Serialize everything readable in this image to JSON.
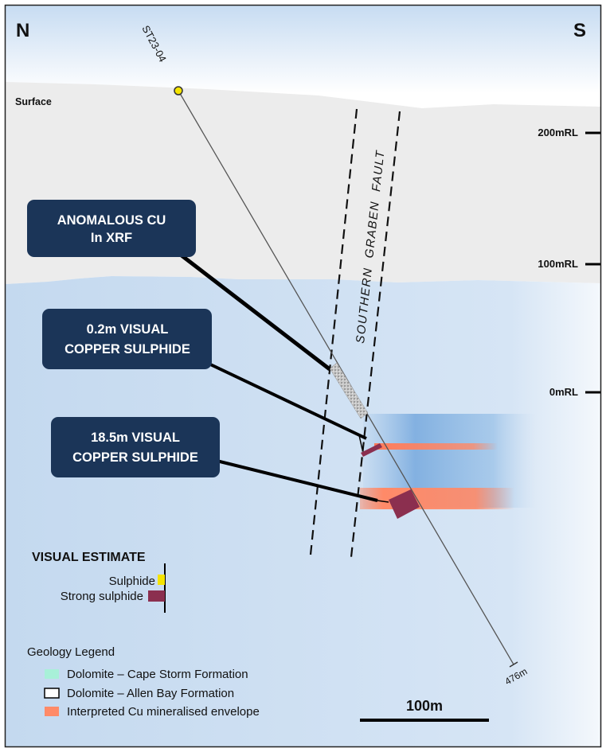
{
  "compass": {
    "north": "N",
    "south": "S"
  },
  "surface_label": "Surface",
  "drillhole": {
    "name": "ST23-04",
    "end_depth": "476m"
  },
  "elevations": [
    "200mRL",
    "100mRL",
    "0mRL"
  ],
  "fault_label": "SOUTHERN GRABEN FAULT",
  "callouts": [
    {
      "line1": "ANOMALOUS CU",
      "line2": "In XRF"
    },
    {
      "line1": "0.2m VISUAL",
      "line2": "COPPER SULPHIDE"
    },
    {
      "line1": "18.5m VISUAL",
      "line2": "COPPER SULPHIDE"
    }
  ],
  "visual_estimate": {
    "title": "VISUAL ESTIMATE",
    "items": [
      {
        "label": "Sulphide",
        "color": "#f5e400"
      },
      {
        "label": "Strong sulphide",
        "color": "#8b2f4f"
      }
    ]
  },
  "geology_legend": {
    "title": "Geology Legend",
    "items": [
      {
        "label": "Dolomite – Cape Storm Formation",
        "color": "#a8f0d8"
      },
      {
        "label": "Dolomite – Allen Bay Formation",
        "color": "#ffffff"
      },
      {
        "label": "Interpreted Cu mineralised envelope",
        "color": "#ff8a68"
      }
    ]
  },
  "scale_bar": {
    "label": "100m"
  },
  "colors": {
    "callout_fill": "#1b3558",
    "strong_sulphide": "#8b2f4f",
    "sulphide": "#f5e400",
    "envelope": "#ff8a68",
    "upper_unit": "#ececec",
    "lower_unit": "#c9dcf0"
  }
}
